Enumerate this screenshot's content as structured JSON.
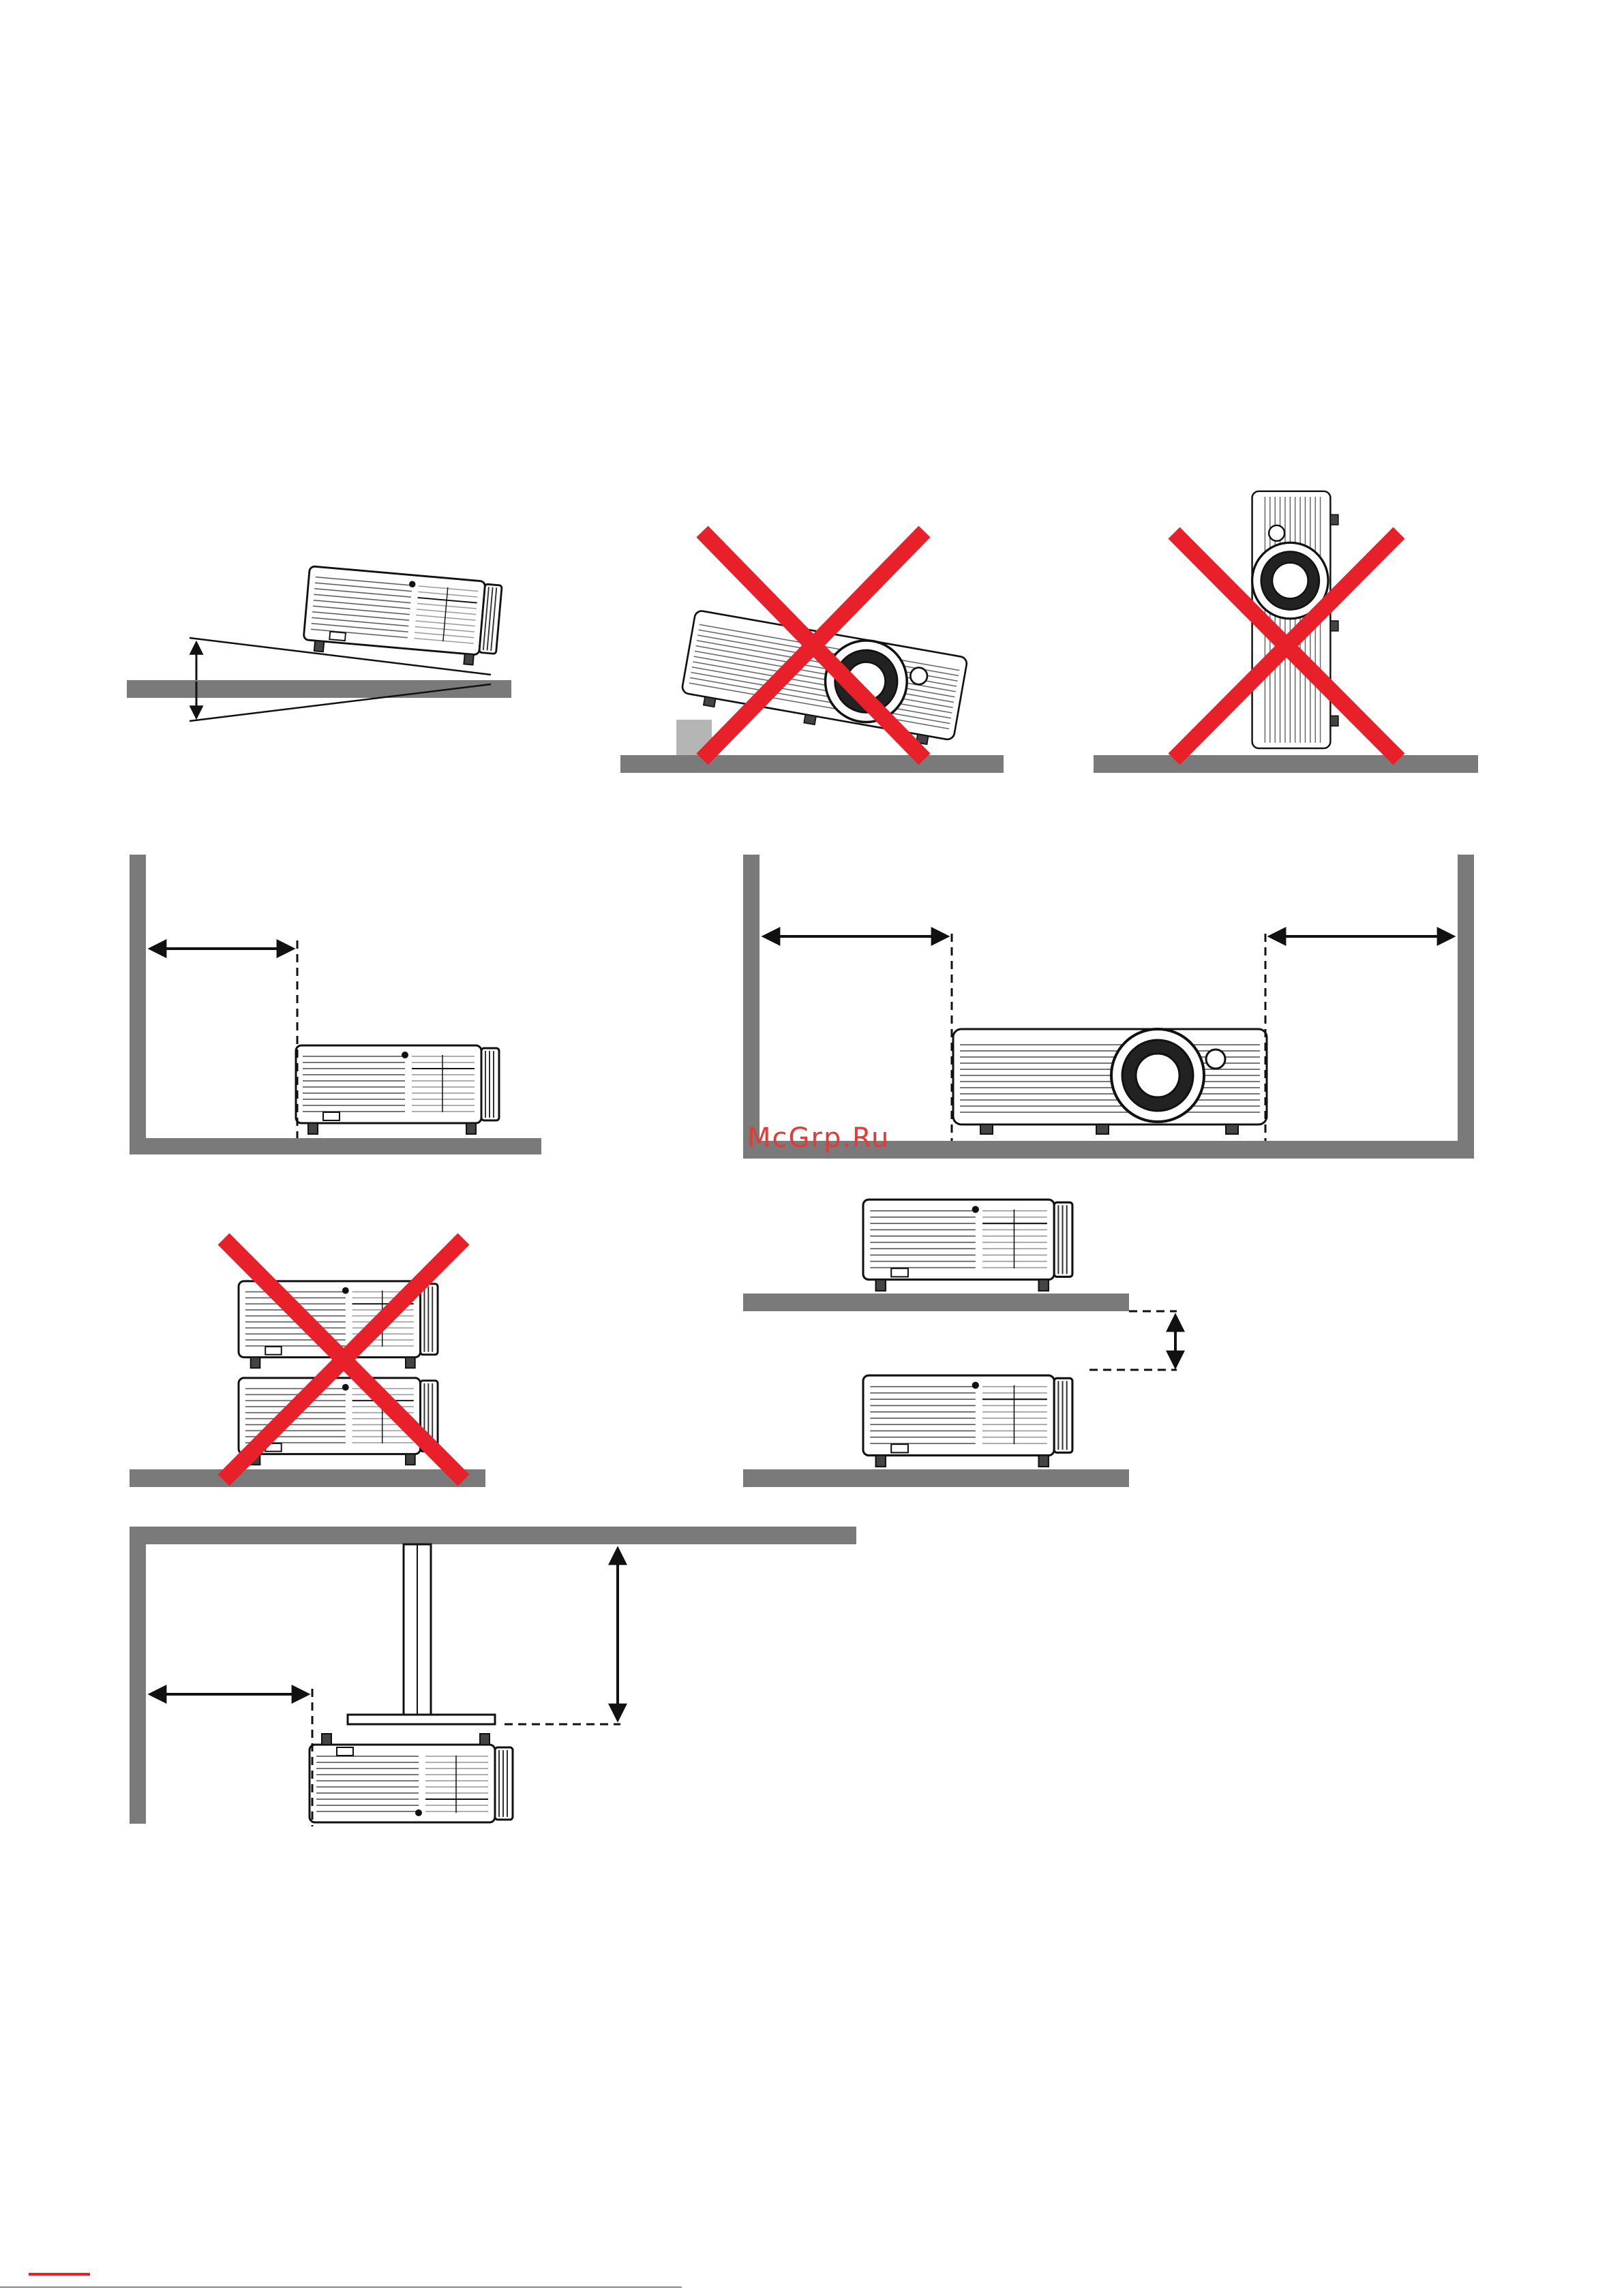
{
  "watermark": {
    "text": "McGrp.Ru",
    "color": "#e53935"
  },
  "colors": {
    "forbidden": "#e8202a",
    "floor": "#7a7a7a",
    "line": "#111111",
    "block": "#b5b5b5",
    "marker": "#e8202a"
  },
  "figures": [
    {
      "id": "tilt",
      "forbidden": false
    },
    {
      "id": "tilt-on-block",
      "forbidden": true
    },
    {
      "id": "vertical",
      "forbidden": true
    },
    {
      "id": "rear-clearance",
      "forbidden": false
    },
    {
      "id": "side-clearance",
      "forbidden": false
    },
    {
      "id": "stacked",
      "forbidden": true
    },
    {
      "id": "shelf-spacing",
      "forbidden": false
    },
    {
      "id": "ceiling-mount",
      "forbidden": false
    }
  ]
}
